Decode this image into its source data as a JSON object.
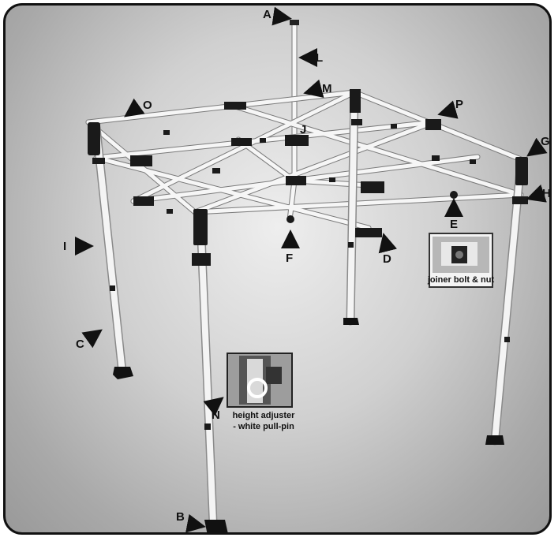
{
  "labels": {
    "A": "A",
    "B": "B",
    "C": "C",
    "D": "D",
    "E": "E",
    "F": "F",
    "G": "G",
    "H": "H",
    "I": "I",
    "J": "J",
    "L": "L",
    "M": "M",
    "N": "N",
    "O": "O",
    "P": "P"
  },
  "insets": {
    "bolt_caption": "joiner bolt & nut",
    "height_adjuster_line1": "height adjuster",
    "height_adjuster_line2": "-  white pull-pin"
  },
  "colors": {
    "frame_tube": "#f6f6f6",
    "joint": "#1a1a1a",
    "background_center": "#eeeeee",
    "background_edge": "#999999"
  }
}
